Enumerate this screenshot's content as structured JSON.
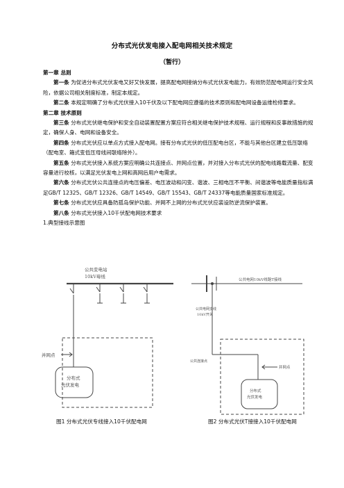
{
  "doc": {
    "title": "分布式光伏发电接入配电网相关技术规定",
    "subtitle": "（暂行）"
  },
  "chapter1": {
    "num": "第一章",
    "name": "总则"
  },
  "articles": {
    "a1": {
      "num": "第一条",
      "text": "为促进分布式光伏发电又好又快发展，提高配电网接纳分布式光伏发电能力，有效防范配电网运行安全风险，依据公司相关制度标准，制定本规定。"
    },
    "a2": {
      "num": "第二条",
      "text": "本规定明确了分布式光伏接入10千伏及以下配电网应遵循的技术原则和配电网设备运维检修要求。"
    },
    "a3": {
      "num": "第三条",
      "text": "分布式光伏继电保护和安全自动装置配置方案应符合相关继电保护技术规程、运行规程和反事故措施的规定，确保人身、电网和设备安全。"
    },
    "a4": {
      "num": "第四条",
      "text": "分布式光伏应以单点方式接入配电网。接有分布式光伏的低压配电台区，不能与其他台区建立低压联络（配电室、箱式变低压母线间联络除外）。"
    },
    "a5": {
      "num": "第五条",
      "text": "分布式光伏接入系统方案应明确公共连接点、并网点位置，并对接入分布式光伏的配电线路载流量、配变容量进行校核，以满足光伏发电上网和高网后用户电需求。"
    },
    "a6": {
      "num": "第六条",
      "text": "分布式光伏公共连接点的电压偏差、电压波动和闪变、谐波、三相电压不平衡、间谐波等电能质量指标满足GB/T 12325、GB/T 12326、GB/T 14549、GB/T 15543、GB/T 24337等电能质量国家标准规定。"
    },
    "a7": {
      "num": "第七条",
      "text": "分布式光伏应具备防孤岛保护功能、并网不上网的分布式光伏应装设防逆流保护装置。"
    },
    "a8": {
      "num": "第八条",
      "text": "分布式光伏接入10千伏配电网技术要求"
    }
  },
  "chapter2": {
    "num": "第二章",
    "name": "技术原则"
  },
  "item1": "1.典型接线示意图",
  "figure1": {
    "bus_label_1": "公共变电站",
    "bus_label_2": "10kV母线",
    "grid_point_label": "并网点",
    "pv_label_1": "分布式",
    "pv_label_2": "光伏发电",
    "caption": "图1 分布式光伏专线接入10千伏配电网"
  },
  "figure2": {
    "line_label": "公共电网10kV线路T接线",
    "switch_label_1": "公共电网支线",
    "switch_label_2": "10kV开关",
    "pcc_label": "公共连接点",
    "grid_point_label": "并网点",
    "pv_label_1": "分布式",
    "pv_label_2": "光伏发电",
    "caption": "图2 分布式光伏T接接入10千伏配电网"
  }
}
